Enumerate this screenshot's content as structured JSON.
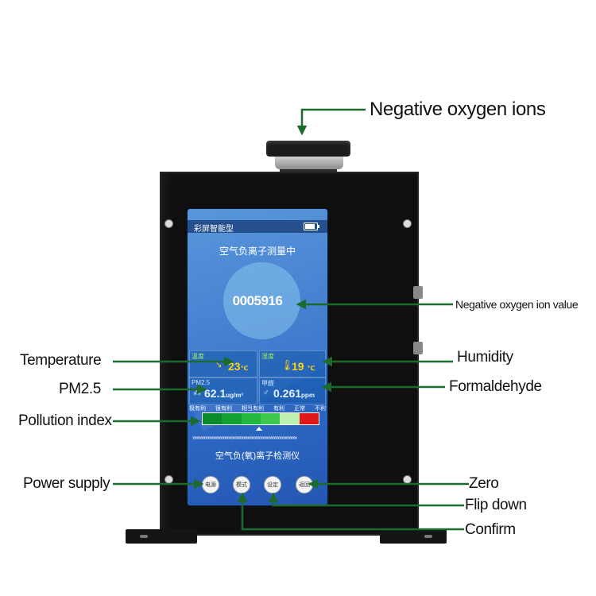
{
  "callouts": {
    "negative_oxygen_ions": "Negative oxygen ions",
    "negative_oxygen_ion_value": "Negative oxygen ion value",
    "temperature": "Temperature",
    "humidity": "Humidity",
    "pm25": "PM2.5",
    "formaldehyde": "Formaldehyde",
    "pollution_index": "Pollution index",
    "power_supply": "Power supply",
    "zero": "Zero",
    "flip_down": "Flip down",
    "confirm": "Confirm"
  },
  "screen": {
    "mode_label": "彩屏智能型",
    "measuring": "空气负离子测量中",
    "ion_value": "0005916",
    "temperature": {
      "label": "温度",
      "value": "23",
      "unit": "℃"
    },
    "humidity": {
      "label": "湿度",
      "value": "19",
      "unit": "℃"
    },
    "pm25": {
      "label": "PM2.5",
      "value": "62.1",
      "unit": "ug/m³"
    },
    "formaldehyde": {
      "label": "甲醛",
      "value": "0.261",
      "unit": "ppm"
    },
    "scale_labels": [
      "极有利",
      "很有利",
      "相当有利",
      "有利",
      "正常",
      "不利"
    ],
    "scale_colors": [
      "#0b8a2a",
      "#12a032",
      "#22b83e",
      "#3cc84a",
      "#bdf0b0",
      "#e01818"
    ],
    "chevrons": "»»»»»»»»»»»»»»»»»»»»»»»»»»»»»»»»»»»»»»",
    "device_title": "空气负(氧)离子检测仪",
    "keys": {
      "power": "电源",
      "mode": "模式",
      "set": "设定",
      "return": "返回"
    }
  },
  "colors": {
    "arrow": "#1d6b2c",
    "screen": "#3a7ad0",
    "housing": "#0f0f0f"
  }
}
